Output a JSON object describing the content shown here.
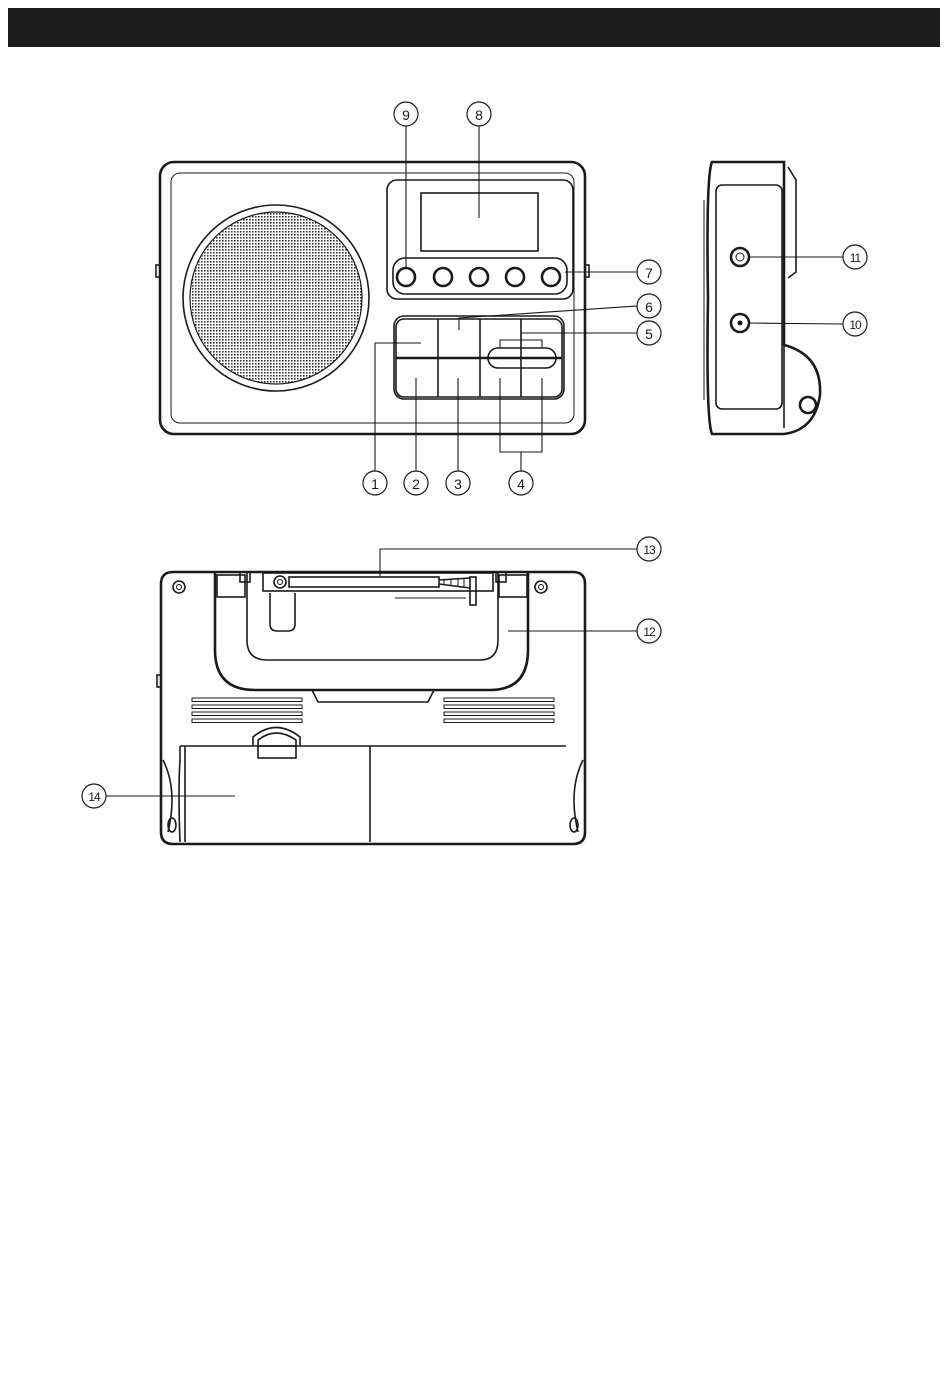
{
  "header": {
    "background_color": "#1c1c1c"
  },
  "colors": {
    "line": "#1a1a1a",
    "background": "#ffffff"
  },
  "callouts": [
    {
      "label": "1",
      "view": "front"
    },
    {
      "label": "2",
      "view": "front"
    },
    {
      "label": "3",
      "view": "front"
    },
    {
      "label": "4",
      "view": "front"
    },
    {
      "label": "5",
      "view": "front"
    },
    {
      "label": "6",
      "view": "front"
    },
    {
      "label": "7",
      "view": "front"
    },
    {
      "label": "8",
      "view": "front"
    },
    {
      "label": "9",
      "view": "front"
    },
    {
      "label": "10",
      "view": "side"
    },
    {
      "label": "11",
      "view": "side"
    },
    {
      "label": "12",
      "view": "back"
    },
    {
      "label": "13",
      "view": "back"
    },
    {
      "label": "14",
      "view": "back"
    }
  ]
}
